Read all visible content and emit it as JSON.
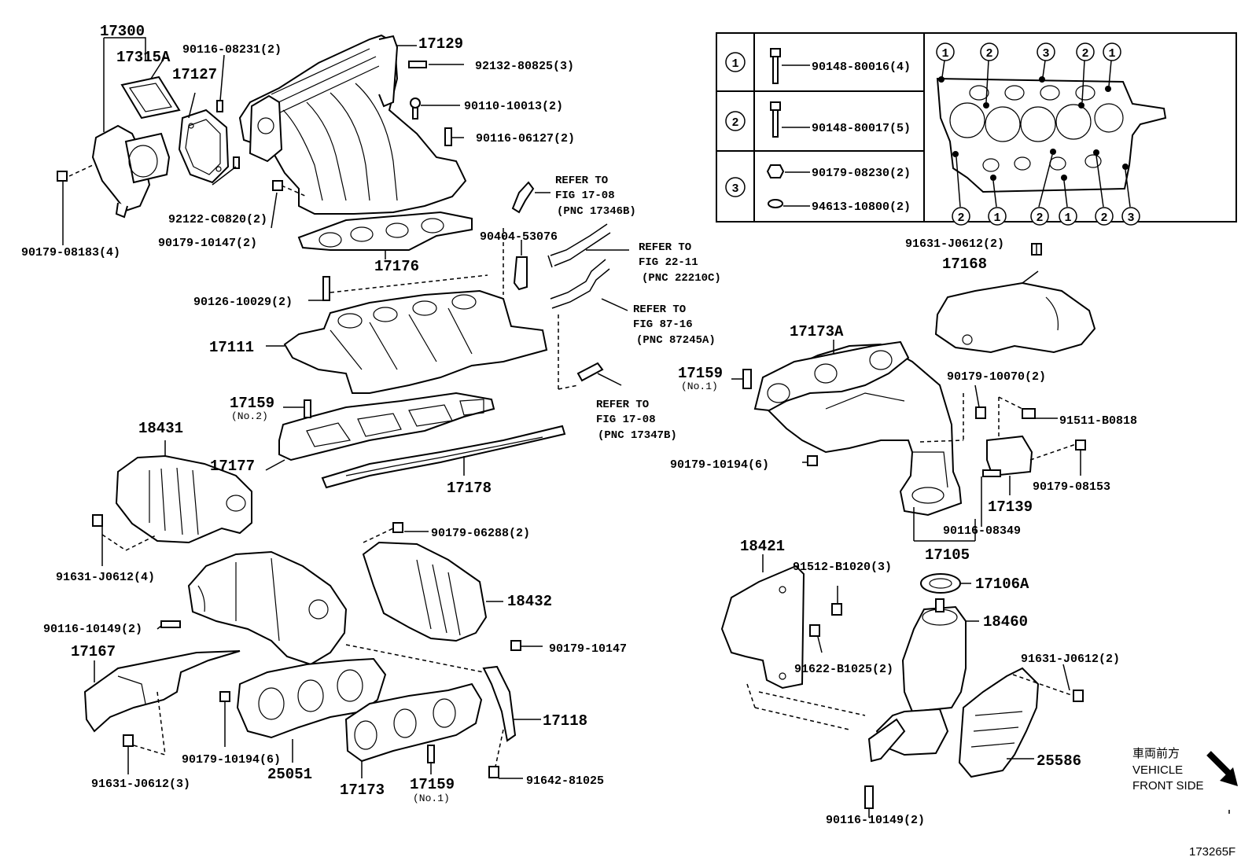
{
  "labels": {
    "p17300": "17300",
    "p17315A": "17315A",
    "p90116_08231": "90116-08231(2)",
    "p17127": "17127",
    "p17129": "17129",
    "p92132_80825": "92132-80825(3)",
    "p90110_10013": "90110-10013(2)",
    "p90116_06127": "90116-06127(2)",
    "p92122_C0820": "92122-C0820(2)",
    "p90179_10147_2": "90179-10147(2)",
    "p90179_08183": "90179-08183(4)",
    "p17176": "17176",
    "p90404_53076": "90404-53076",
    "p90126_10029": "90126-10029(2)",
    "p17111": "17111",
    "p17159_no2": "17159",
    "p17159_no2_note": "(No.2)",
    "p17177": "17177",
    "p17178": "17178",
    "p18431": "18431",
    "p91631_J0612_4": "91631-J0612(4)",
    "p90179_06288": "90179-06288(2)",
    "p18432": "18432",
    "p90116_10149_left": "90116-10149(2)",
    "p90179_10147": "90179-10147",
    "p17167": "17167",
    "p17118": "17118",
    "p90179_10194_left": "90179-10194(6)",
    "p25051": "25051",
    "p91631_J0612_3": "91631-J0612(3)",
    "p17173": "17173",
    "p17159_no1_bottom": "17159",
    "p17159_no1_bottom_note": "(No.1)",
    "p91642_81025": "91642-81025",
    "p91631_J0612_2_top": "91631-J0612(2)",
    "p17168": "17168",
    "p17173A": "17173A",
    "p17159_no1_right": "17159",
    "p17159_no1_right_note": "(No.1)",
    "p90179_10070": "90179-10070(2)",
    "p91511_B0818": "91511-B0818",
    "p90179_10194_right": "90179-10194(6)",
    "p90179_08153": "90179-08153",
    "p17139": "17139",
    "p90116_08349": "90116-08349",
    "p17105": "17105",
    "p18421": "18421",
    "p91512_B1020": "91512-B1020(3)",
    "p17106A": "17106A",
    "p18460": "18460",
    "p91622_B1025": "91622-B1025(2)",
    "p91631_J0612_2_right": "91631-J0612(2)",
    "p25586": "25586",
    "p90116_10149_bottom": "90116-10149(2)"
  },
  "refs": {
    "r1": [
      "REFER TO",
      "FIG 17-08",
      "(PNC 17346B)"
    ],
    "r2": [
      "REFER TO",
      "FIG 22-11",
      "(PNC 22210C)"
    ],
    "r3": [
      "REFER TO",
      "FIG 87-16",
      "(PNC 87245A)"
    ],
    "r4": [
      "REFER TO",
      "FIG 17-08",
      "(PNC 17347B)"
    ]
  },
  "bolt_table": {
    "rows": [
      {
        "key": "1",
        "parts": [
          "90148-80016(4)"
        ]
      },
      {
        "key": "2",
        "parts": [
          "90148-80017(5)"
        ]
      },
      {
        "key": "3",
        "parts": [
          "90179-08230(2)",
          "94613-10800(2)"
        ]
      }
    ],
    "gasket_top_keys": [
      "1",
      "2",
      "3",
      "2",
      "1"
    ],
    "gasket_bottom_keys": [
      "2",
      "1",
      "2",
      "1",
      "2",
      "3"
    ]
  },
  "direction": {
    "jp": "車両前方",
    "line1": "VEHICLE",
    "line2": "FRONT SIDE"
  },
  "figure_id": "173265F"
}
